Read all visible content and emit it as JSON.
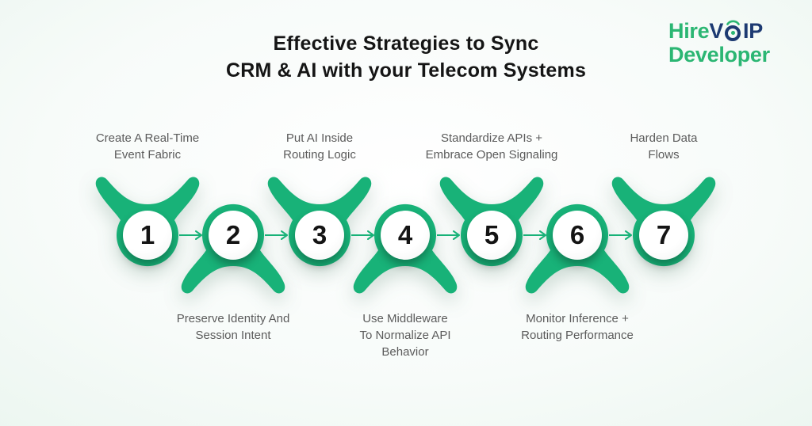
{
  "title": "Effective Strategies to Sync\nCRM & AI with your Telecom Systems",
  "logo": {
    "hire": "Hire",
    "v": "V",
    "ip": "IP",
    "developer": "Developer",
    "green": "#2bb673",
    "navy": "#1d3a72",
    "o_icon": "wifi-signal-o-icon"
  },
  "diagram": {
    "accent_green": "#18b278",
    "background_tint": "#dcf0e6",
    "connector_icon": "arrow-right-icon",
    "steps": [
      {
        "number": "1",
        "label": "Create A Real-Time\nEvent Fabric",
        "label_position": "top"
      },
      {
        "number": "2",
        "label": "Preserve Identity And\nSession Intent",
        "label_position": "bottom"
      },
      {
        "number": "3",
        "label": "Put AI Inside\nRouting Logic",
        "label_position": "top"
      },
      {
        "number": "4",
        "label": "Use Middleware\nTo Normalize API\nBehavior",
        "label_position": "bottom"
      },
      {
        "number": "5",
        "label": "Standardize APIs +\nEmbrace Open Signaling",
        "label_position": "top"
      },
      {
        "number": "6",
        "label": "Monitor Inference +\nRouting Performance",
        "label_position": "bottom"
      },
      {
        "number": "7",
        "label": "Harden Data\nFlows",
        "label_position": "top"
      }
    ]
  }
}
